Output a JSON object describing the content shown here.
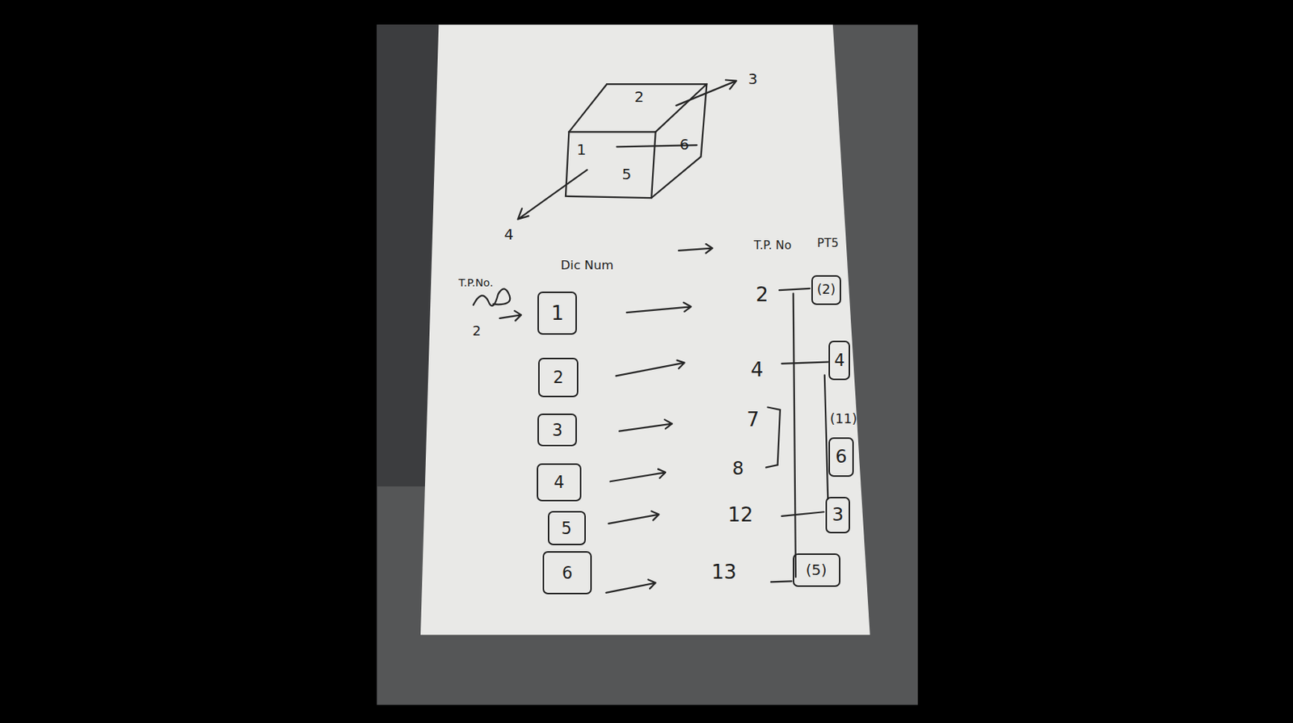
{
  "diagram": {
    "nodes": [
      {
        "text": [
          "1"
        ]
      },
      {
        "text": [
          "2"
        ]
      },
      {
        "text": [
          "3"
        ]
      },
      {
        "text": [
          "4"
        ]
      },
      {
        "text": [
          "5"
        ]
      },
      {
        "text": [
          "6"
        ]
      },
      {
        "text": [
          "(2)"
        ]
      },
      {
        "text": [
          "4"
        ]
      },
      {
        "text": [
          "6"
        ]
      },
      {
        "text": [
          "3"
        ]
      },
      {
        "text": [
          "(5)"
        ]
      }
    ],
    "labels": [
      "2",
      "3",
      "6",
      "1",
      "5",
      "4",
      "T.P. No",
      "PT5",
      "Dic Num",
      "T.P.No.",
      "2",
      "2",
      "4",
      "7",
      "(11)",
      "8",
      "12",
      "13"
    ]
  }
}
